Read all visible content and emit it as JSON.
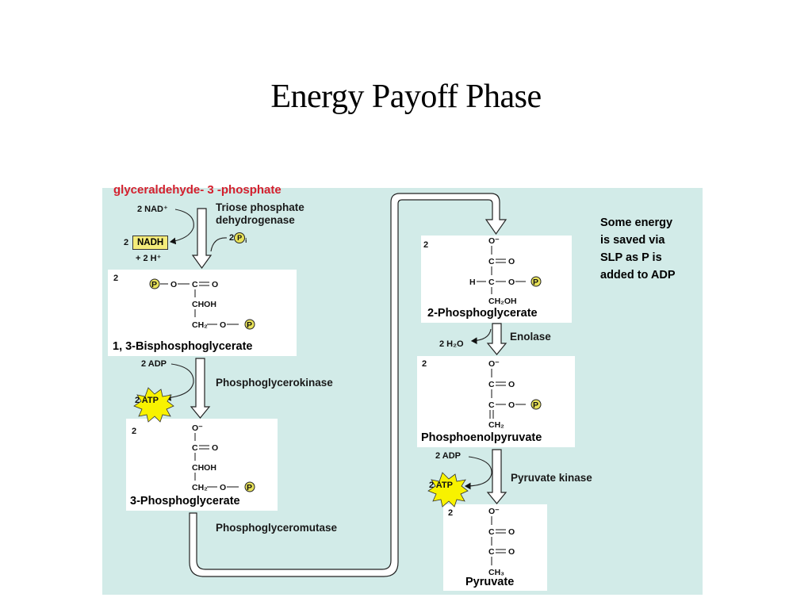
{
  "slide": {
    "title": "Energy Payoff Phase"
  },
  "diagram": {
    "start_label": "glyceraldehyde- 3 -phosphate",
    "note": [
      "Some energy",
      "is saved via",
      "SLP as P is",
      "added to ADP"
    ],
    "steps": {
      "s1": {
        "enzyme": [
          "Triose phosphate",
          "dehydrogenase"
        ],
        "cofactor_in": "2 NAD⁺",
        "cofactor_out": "NADH",
        "cofactor_out_coef": "2",
        "hplus": "+ 2 H⁺",
        "pi": "2",
        "pi_symbol": "P",
        "pi_sub": "i"
      },
      "s2": {
        "enzyme": "Phosphoglycerokinase",
        "adp": "2 ADP",
        "atp": "2 ATP"
      },
      "s3": {
        "enzyme": "Phosphoglyceromutase"
      },
      "s4": {
        "enzyme": "Enolase",
        "water": "2 H₂O"
      },
      "s5": {
        "enzyme": "Pyruvate kinase",
        "adp": "2 ADP",
        "atp": "2 ATP"
      }
    },
    "molecules": {
      "bpg": {
        "name": "1, 3-Bisphosphoglycerate",
        "count": "2"
      },
      "pg3": {
        "name": "3-Phosphoglycerate",
        "count": "2"
      },
      "pg2": {
        "name": "2-Phosphoglycerate",
        "count": "2"
      },
      "pep": {
        "name": "Phosphoenolpyruvate",
        "count": "2"
      },
      "pyr": {
        "name": "Pyruvate",
        "count": "2"
      }
    },
    "chem": {
      "P": "P",
      "O": "O",
      "C": "C",
      "H": "H",
      "Ominus": "O⁻",
      "CHOH": "CHOH",
      "CH2": "CH₂",
      "CH2OH": "CH₂OH",
      "CH3": "CH₃"
    }
  }
}
